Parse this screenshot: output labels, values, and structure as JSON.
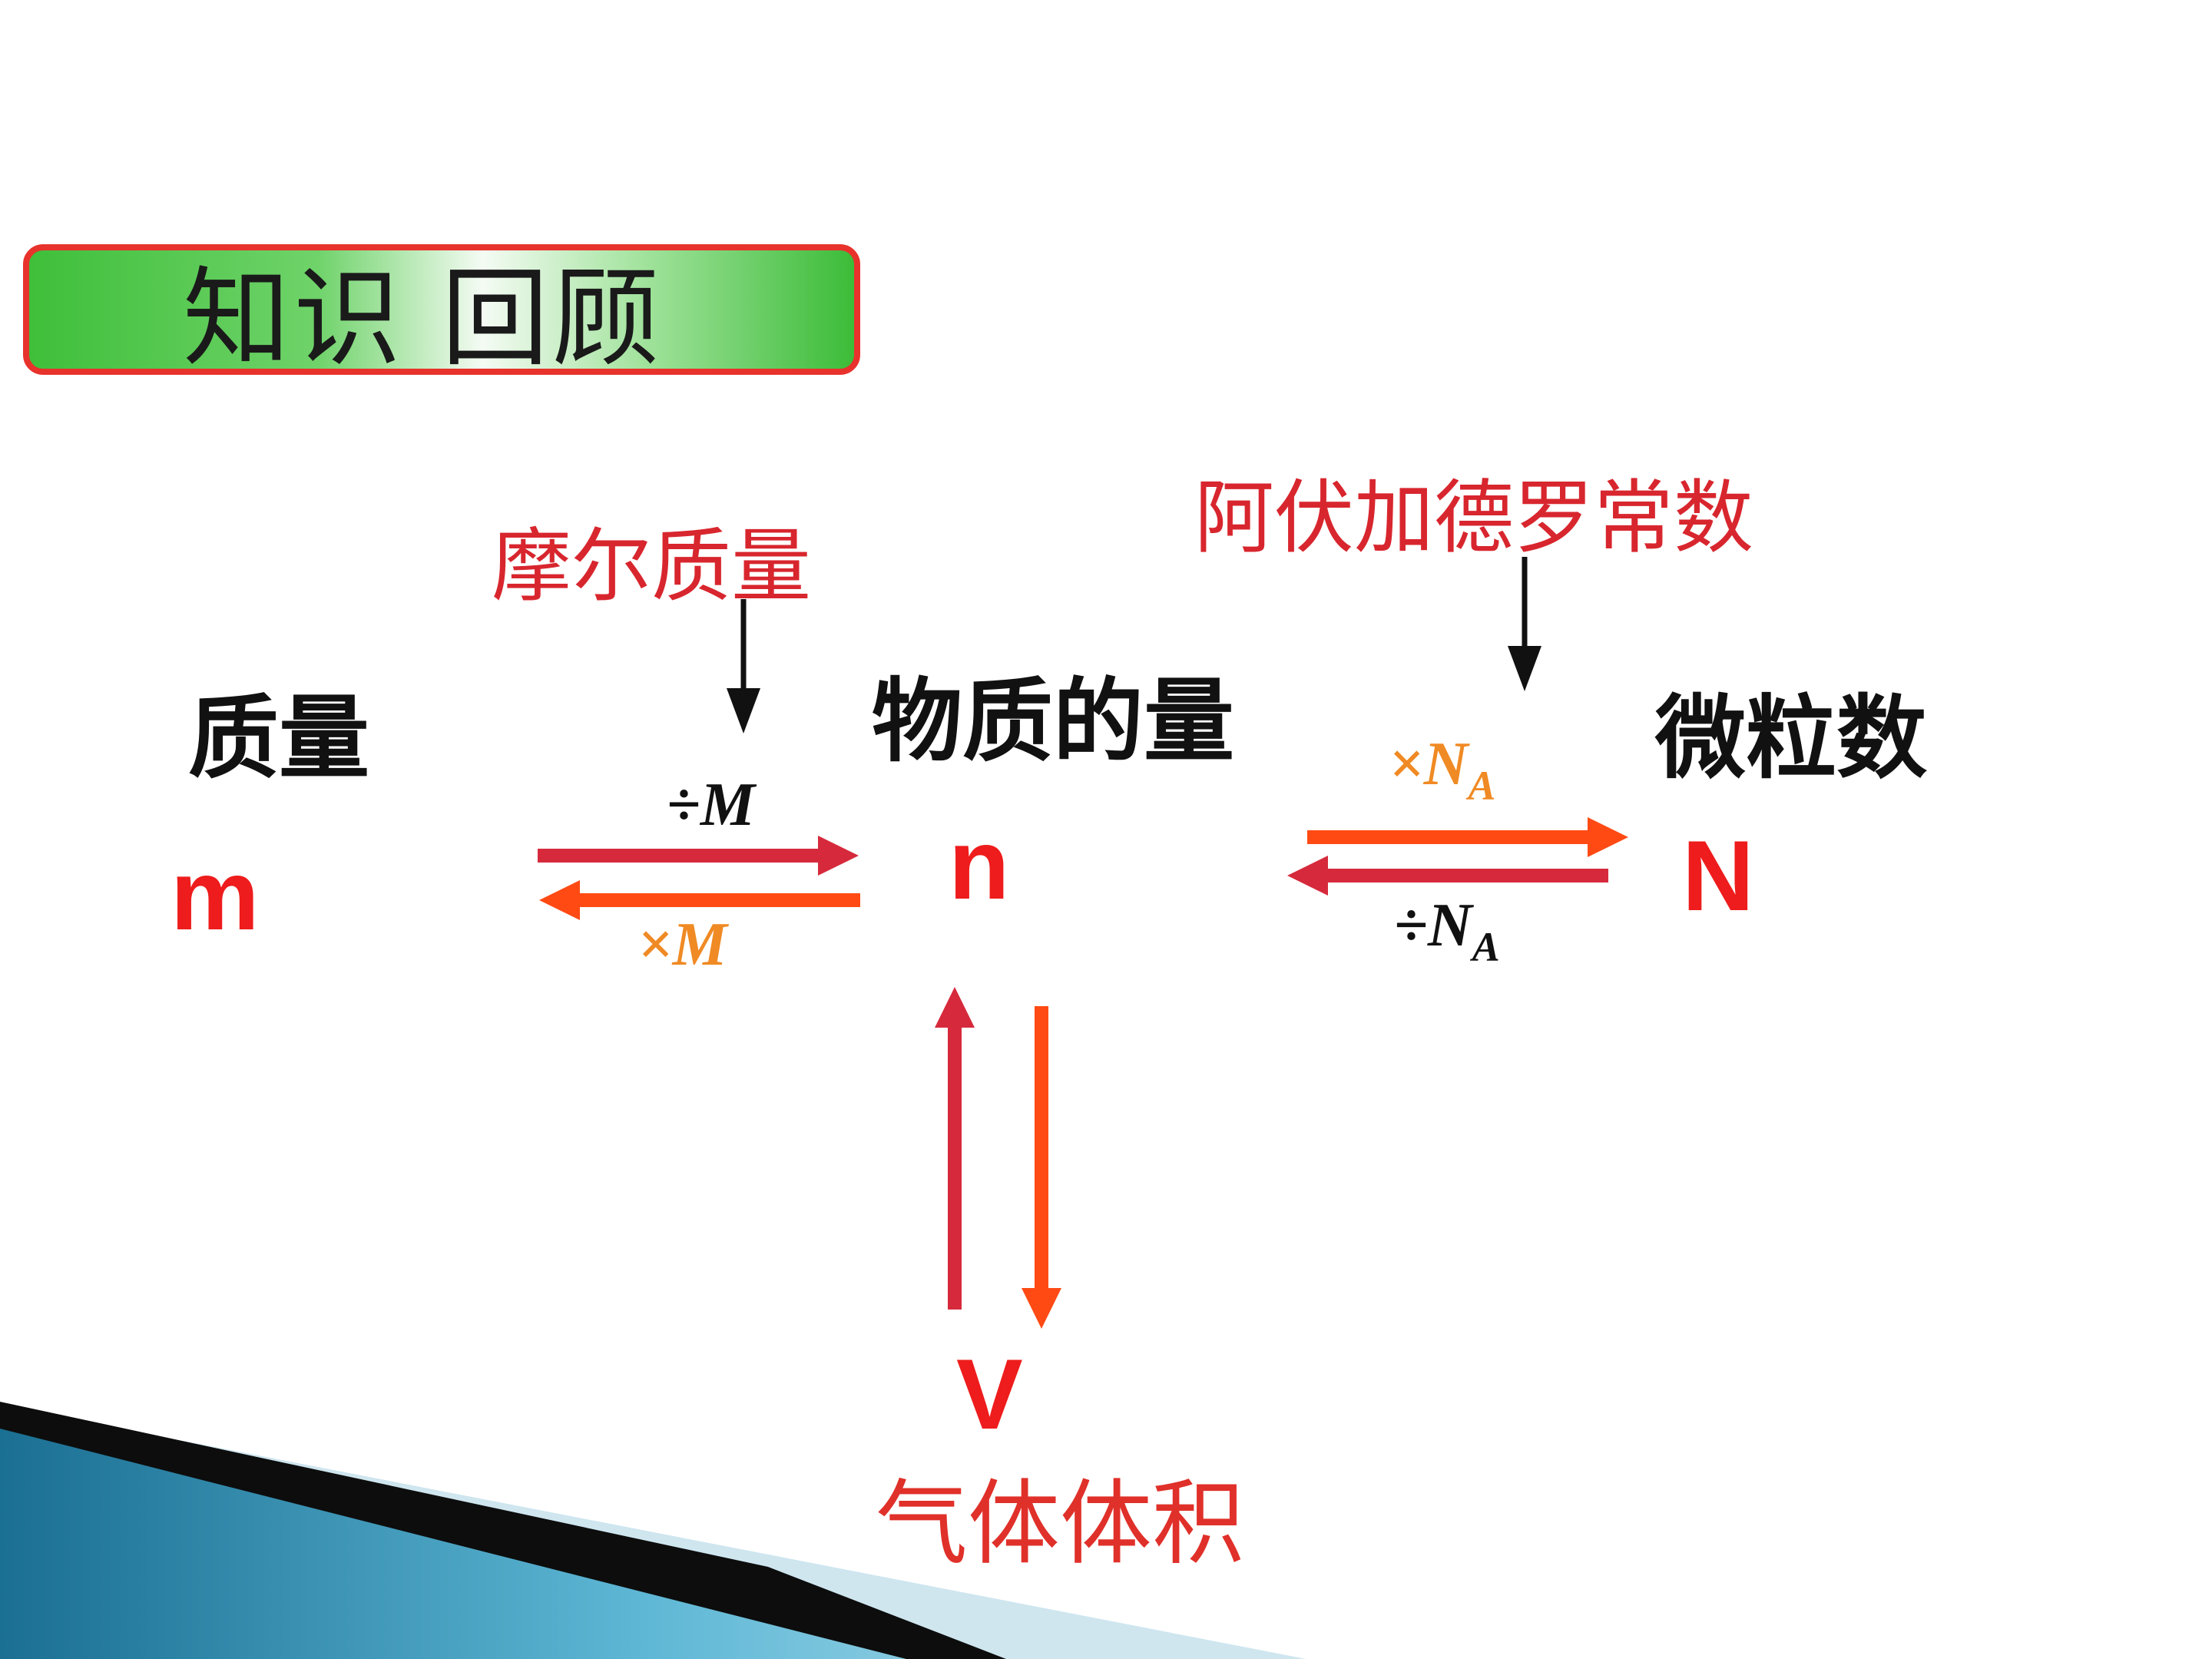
{
  "title": "知识 回顾",
  "molar_mass_label": "摩尔质量",
  "avogadro_label": "阿伏加德罗常数",
  "nodes": {
    "mass": {
      "name": "质量",
      "symbol": "m"
    },
    "amount": {
      "name": "物质的量",
      "symbol": "n"
    },
    "particles": {
      "name": "微粒数",
      "symbol": "N"
    },
    "volume": {
      "name": "气体体积",
      "symbol": "V"
    }
  },
  "operations": {
    "divide_M": {
      "sign": "÷",
      "var": "M"
    },
    "times_M": {
      "sign": "×",
      "var": "M"
    },
    "times_NA": {
      "sign": "×",
      "var": "N",
      "sub": "A"
    },
    "divide_NA": {
      "sign": "÷",
      "var": "N",
      "sub": "A"
    }
  },
  "colors": {
    "red_text": "#d8262e",
    "symbol_red": "#ee1c1c",
    "arrow_crimson": "#d62a3c",
    "arrow_orange": "#ff4a14",
    "op_orange": "#f08a24",
    "op_black": "#111111",
    "title_border": "#e8322c",
    "title_green": "#3fbf3a"
  }
}
